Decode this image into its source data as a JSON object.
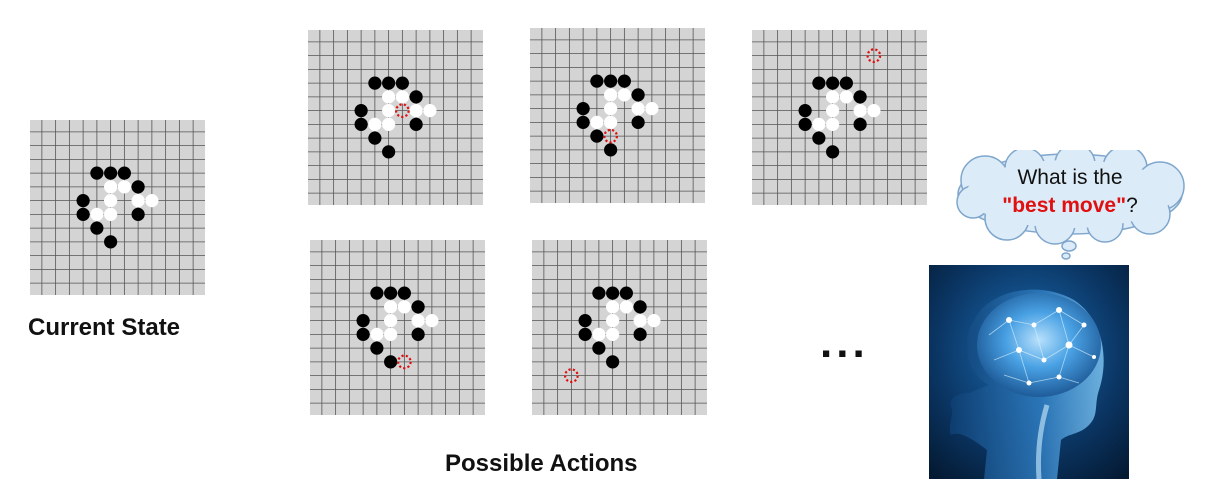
{
  "labels": {
    "current_state": "Current State",
    "possible_actions": "Possible Actions",
    "ellipsis": "...",
    "thought_line1": "What is the",
    "thought_quote_open": "\"",
    "thought_highlight": "best move",
    "thought_quote_close": "\"",
    "thought_end": "?"
  },
  "colors": {
    "board": "#d4d4d4",
    "grid": "#555555",
    "black_stone": "#000000",
    "white_stone": "#ffffff",
    "candidate_marker": "#e01010",
    "highlight_text": "#e01010",
    "bubble_fill": "#dcebf8",
    "bubble_stroke": "#7fa6cc"
  },
  "boards": {
    "grid_lines": 11,
    "black_stones": [
      [
        3,
        5
      ],
      [
        3,
        6
      ],
      [
        4,
        7
      ],
      [
        5,
        8
      ],
      [
        4,
        3
      ],
      [
        5,
        3
      ],
      [
        6,
        3
      ],
      [
        7,
        4
      ],
      [
        7,
        6
      ]
    ],
    "white_stones": [
      [
        4,
        6
      ],
      [
        5,
        4
      ],
      [
        5,
        5
      ],
      [
        5,
        6
      ],
      [
        6,
        4
      ],
      [
        7,
        5
      ],
      [
        8,
        5
      ]
    ],
    "current_state": {
      "marker": null
    },
    "possible_actions": [
      {
        "marker": [
          6,
          5
        ]
      },
      {
        "marker": [
          5,
          7
        ]
      },
      {
        "marker": [
          8,
          1
        ]
      },
      {
        "marker": [
          6,
          8
        ]
      },
      {
        "marker": [
          2,
          9
        ]
      }
    ]
  },
  "icons": {
    "thought_bubble": "thought-bubble-icon",
    "brain": "glowing-brain-head-icon"
  }
}
